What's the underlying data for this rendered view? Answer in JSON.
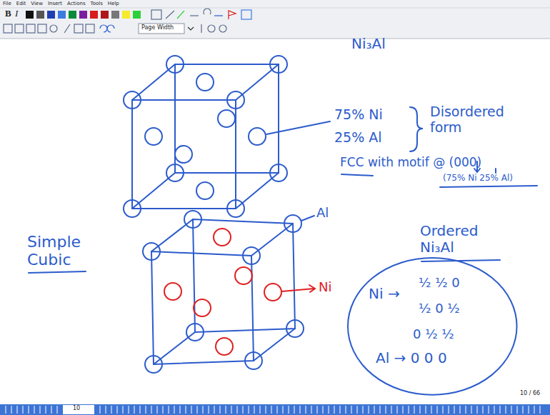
{
  "diagram": {
    "nodes": [
      {
        "text": [
          "Ni →",
          "½ ½ 0",
          "½ 0 ½",
          "0 ½ ½",
          "Al → 0 0 0"
        ]
      }
    ],
    "labels": [
      "File",
      "Edit",
      "View",
      "Insert",
      "Actions",
      "Tools",
      "Help",
      "B",
      "I",
      "Page Width",
      "Ni₃Al",
      "75% Ni",
      "25% Al",
      "Disordered form",
      "FCC with motif @ (000)",
      "(75% Ni 25% Al)",
      "Simple Cubic",
      "Al",
      "Ni",
      "Ordered Ni₃Al",
      "10 / 66",
      "10"
    ]
  }
}
